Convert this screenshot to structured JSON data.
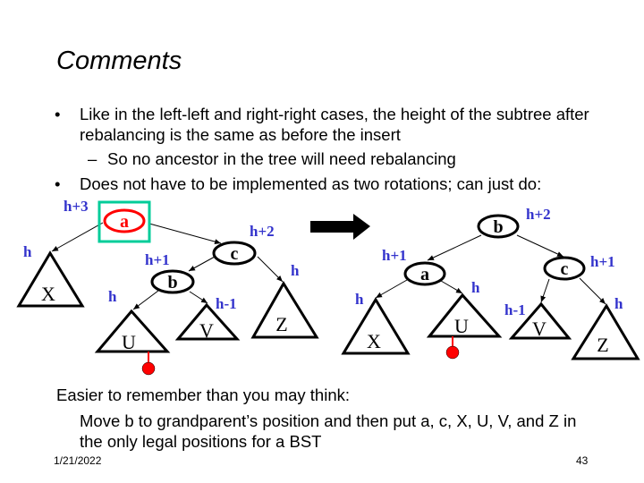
{
  "title": "Comments",
  "bullets": [
    {
      "text": "Like in the left-left and right-right cases, the height of the subtree after rebalancing is the same as before the insert"
    },
    {
      "sub": "So no ancestor in the tree will need rebalancing"
    },
    {
      "text": "Does not have to be implemented as two rotations; can just do:"
    }
  ],
  "marks": {
    "bullet": "•",
    "dash": "–"
  },
  "diagram": {
    "before": {
      "nodes": {
        "a": "a",
        "c": "c",
        "b": "b"
      },
      "subtrees": {
        "X": "X",
        "U": "U",
        "V": "V",
        "Z": "Z"
      },
      "heights": {
        "a": "h+3",
        "c": "h+2",
        "b": "h+1",
        "X": "h",
        "U": "h",
        "V": "h-1",
        "Z": "h"
      }
    },
    "after": {
      "nodes": {
        "b": "b",
        "a": "a",
        "c": "c"
      },
      "subtrees": {
        "X": "X",
        "U": "U",
        "V": "V",
        "Z": "Z"
      },
      "heights": {
        "b": "h+2",
        "a": "h+1",
        "c": "h+1",
        "X": "h",
        "U": "h",
        "V": "h-1",
        "Z": "h"
      }
    },
    "colors": {
      "highlight_box": "#00cc99",
      "unbalanced": "#ff0000",
      "height_label": "#3333cc"
    }
  },
  "footer_text": {
    "lead": "Easier to remember than you may think:",
    "detail": "Move b to grandparent’s position and then put a, c, X, U, V, and Z in the only legal positions for a BST"
  },
  "footer": {
    "date": "1/21/2022",
    "page": "43"
  }
}
